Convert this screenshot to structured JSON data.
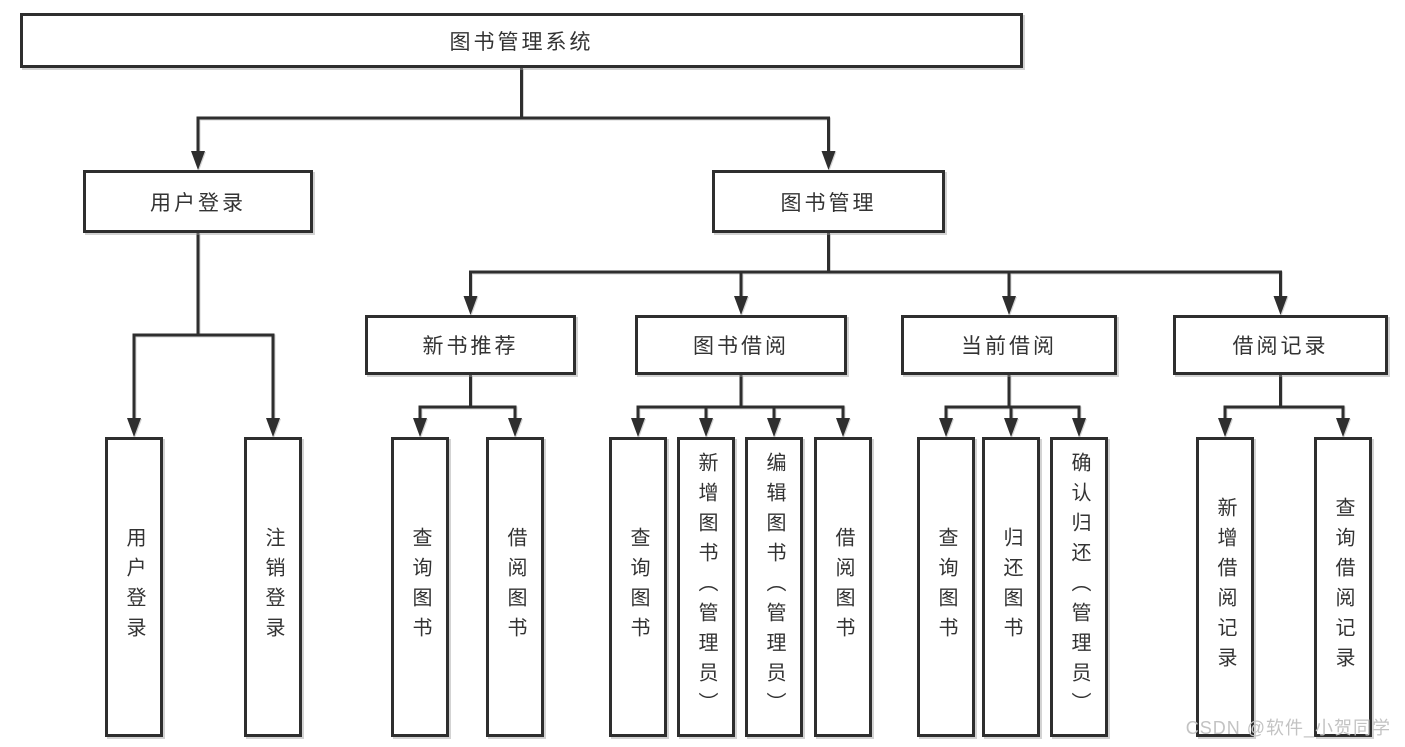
{
  "root": {
    "label": "图书管理系统"
  },
  "branches": {
    "user": {
      "label": "用户登录",
      "leaves": [
        "用户登录",
        "注销登录"
      ]
    },
    "books": {
      "label": "图书管理",
      "sections": [
        {
          "label": "新书推荐",
          "leaves": [
            "查询图书",
            "借阅图书"
          ]
        },
        {
          "label": "图书借阅",
          "leaves": [
            "查询图书",
            "新增图书（管理员）",
            "编辑图书（管理员）",
            "借阅图书"
          ]
        },
        {
          "label": "当前借阅",
          "leaves": [
            "查询图书",
            "归还图书",
            "确认归还（管理员）"
          ]
        },
        {
          "label": "借阅记录",
          "leaves": [
            "新增借阅记录",
            "查询借阅记录"
          ]
        }
      ]
    }
  },
  "watermark": {
    "text": "CSDN @软件_小贺同学"
  },
  "colors": {
    "line": "#2e2e2e",
    "text": "#333333",
    "background": "#ffffff",
    "watermark": "#c3c3c3"
  }
}
